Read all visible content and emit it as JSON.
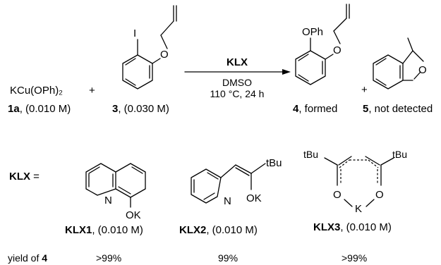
{
  "reaction": {
    "reagent_1": "KCu(OPh)₂",
    "plus_1": "+",
    "reagent_2_atom_I": "I",
    "reagent_2_atom_O": "O",
    "arrow_top": "KLX",
    "arrow_solvent": "DMSO",
    "arrow_conditions": "110 °C, 24 h",
    "product_4_group": "OPh",
    "product_4_atom_O": "O",
    "plus_2": "+",
    "product_5_atom_O": "O"
  },
  "captions": {
    "c1a_bold": "1a",
    "c1a_rest": ", (0.010 M)",
    "c3_bold": "3",
    "c3_rest": ", (0.030 M)",
    "c4_bold": "4",
    "c4_rest": ", formed",
    "c5_bold": "5",
    "c5_rest": ", not detected"
  },
  "ligands": {
    "klx_label": "KLX",
    "klx_eq": " =",
    "klx1": {
      "atom_N": "N",
      "atom_OK": "OK",
      "name": "KLX1",
      "conc": ", (0.010 M)"
    },
    "klx2": {
      "atom_N": "N",
      "atom_OK": "OK",
      "atom_tBu": "tBu",
      "name": "KLX2",
      "conc": ", (0.010 M)"
    },
    "klx3": {
      "atom_tBu_left": "tBu",
      "atom_tBu_right": "tBu",
      "atom_O_left": "O",
      "atom_O_right": "O",
      "atom_K": "K",
      "name": "KLX3",
      "conc": ", (0.010 M)"
    }
  },
  "yields": {
    "label_prefix": "yield of ",
    "label_bold": "4",
    "klx1": ">99%",
    "klx2": "99%",
    "klx3": ">99%"
  }
}
